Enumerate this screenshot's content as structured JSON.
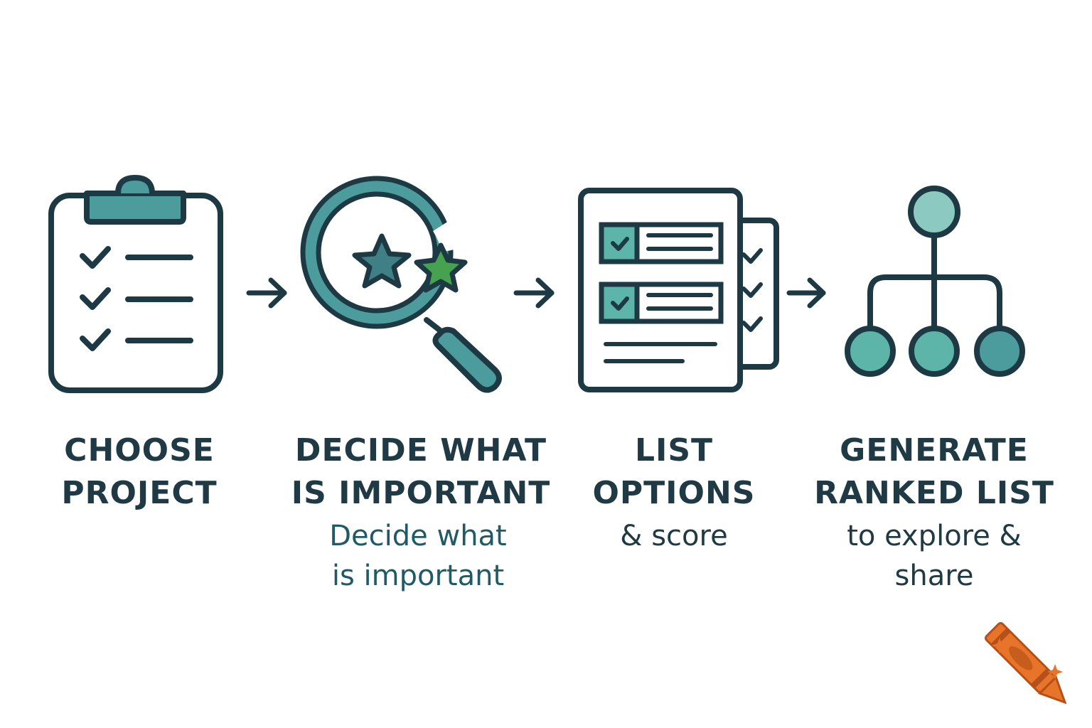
{
  "colors": {
    "outline": "#1d3a44",
    "teal": "#4c9c9d",
    "teal_light": "#8cc9c1",
    "teal_mid": "#5db5aa",
    "teal_dark": "#3f7f86",
    "green_star": "#46a24e",
    "crayon_orange": "#e8742a",
    "crayon_dark": "#b4501a",
    "background": "#ffffff"
  },
  "steps": [
    {
      "icon": "clipboard-checklist-icon",
      "title_line1": "CHOOSE",
      "title_line2": "PROJECT"
    },
    {
      "icon": "magnifier-stars-icon",
      "title_line1": "DECIDE WHAT",
      "title_line2": "IS IMPORTANT",
      "sub_line1": "Decide what",
      "sub_line2": "is important"
    },
    {
      "icon": "document-checklist-icon",
      "title_line1": "LIST",
      "title_line2": "OPTIONS",
      "sub_line1": "& score"
    },
    {
      "icon": "hierarchy-tree-icon",
      "title_line1": "GENERATE",
      "title_line2": "RANKED LIST",
      "sub_line1": "to explore &",
      "sub_line2": "share"
    }
  ],
  "arrows": [
    "arrow-right-icon",
    "arrow-right-icon",
    "arrow-right-icon"
  ],
  "logo": "crayon-logo-icon"
}
